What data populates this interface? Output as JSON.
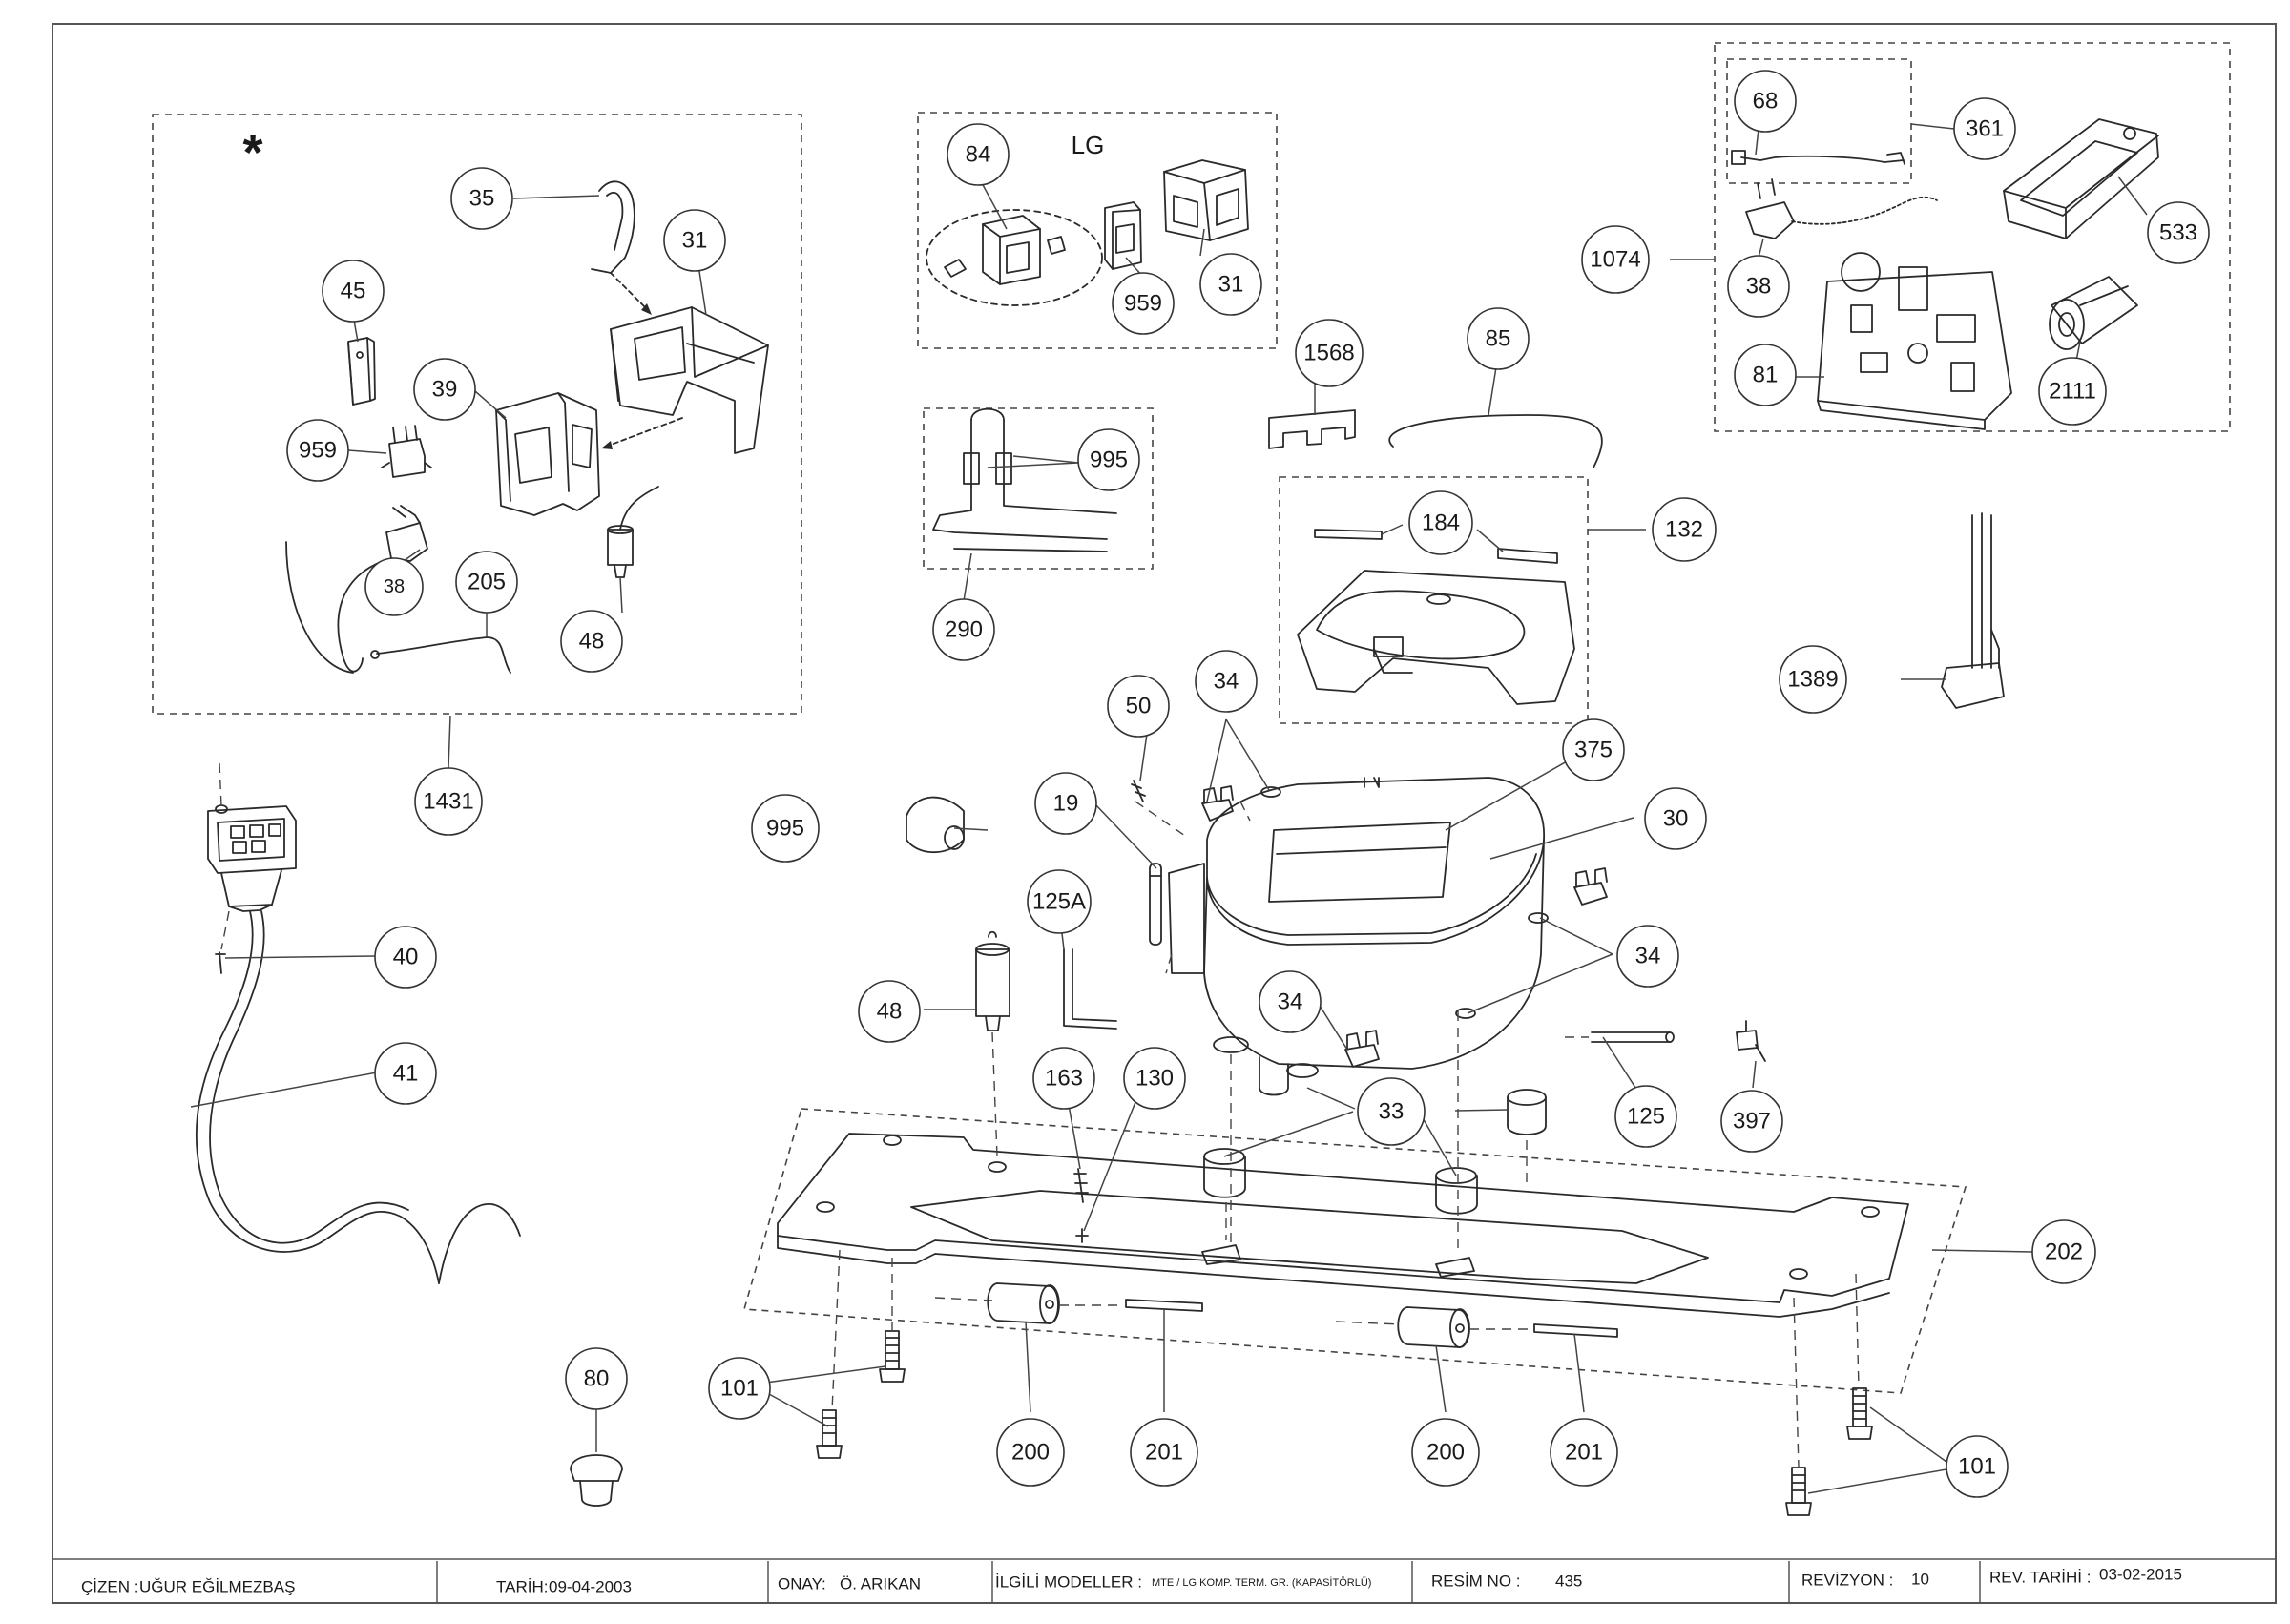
{
  "notes": {
    "star": "*",
    "lg": "LG"
  },
  "callouts": [
    {
      "id": "c35",
      "label": "35"
    },
    {
      "id": "c31a",
      "label": "31"
    },
    {
      "id": "c45",
      "label": "45"
    },
    {
      "id": "c39",
      "label": "39"
    },
    {
      "id": "c959a",
      "label": "959"
    },
    {
      "id": "c38a",
      "label": "38"
    },
    {
      "id": "c205",
      "label": "205"
    },
    {
      "id": "c48a",
      "label": "48"
    },
    {
      "id": "c1431",
      "label": "1431"
    },
    {
      "id": "c84",
      "label": "84"
    },
    {
      "id": "c959b",
      "label": "959"
    },
    {
      "id": "c31b",
      "label": "31"
    },
    {
      "id": "c995a",
      "label": "995"
    },
    {
      "id": "c290",
      "label": "290"
    },
    {
      "id": "c1568",
      "label": "1568"
    },
    {
      "id": "c85",
      "label": "85"
    },
    {
      "id": "c184",
      "label": "184"
    },
    {
      "id": "c132",
      "label": "132"
    },
    {
      "id": "c68",
      "label": "68"
    },
    {
      "id": "c361",
      "label": "361"
    },
    {
      "id": "c1074",
      "label": "1074"
    },
    {
      "id": "c38b",
      "label": "38"
    },
    {
      "id": "c533",
      "label": "533"
    },
    {
      "id": "c81",
      "label": "81"
    },
    {
      "id": "c2111",
      "label": "2111"
    },
    {
      "id": "c1389",
      "label": "1389"
    },
    {
      "id": "c50",
      "label": "50"
    },
    {
      "id": "c34a",
      "label": "34"
    },
    {
      "id": "c375",
      "label": "375"
    },
    {
      "id": "c995b",
      "label": "995"
    },
    {
      "id": "c19",
      "label": "19"
    },
    {
      "id": "c30",
      "label": "30"
    },
    {
      "id": "c125A",
      "label": "125A"
    },
    {
      "id": "c34b",
      "label": "34"
    },
    {
      "id": "c40",
      "label": "40"
    },
    {
      "id": "c48b",
      "label": "48"
    },
    {
      "id": "c34c",
      "label": "34"
    },
    {
      "id": "c41",
      "label": "41"
    },
    {
      "id": "c163",
      "label": "163"
    },
    {
      "id": "c130",
      "label": "130"
    },
    {
      "id": "c33",
      "label": "33"
    },
    {
      "id": "c125",
      "label": "125"
    },
    {
      "id": "c397",
      "label": "397"
    },
    {
      "id": "c202",
      "label": "202"
    },
    {
      "id": "c80",
      "label": "80"
    },
    {
      "id": "c101a",
      "label": "101"
    },
    {
      "id": "c200a",
      "label": "200"
    },
    {
      "id": "c201a",
      "label": "201"
    },
    {
      "id": "c200b",
      "label": "200"
    },
    {
      "id": "c201b",
      "label": "201"
    },
    {
      "id": "c101b",
      "label": "101"
    }
  ],
  "title_block": {
    "drawn_by_label": "ÇİZEN :",
    "drawn_by": "UĞUR EĞİLMEZBAŞ",
    "date_label": "TARİH:",
    "date": "09-04-2003",
    "approval_label": "ONAY:",
    "approval": "Ö. ARIKAN",
    "models_label": "İLGİLİ MODELLER :",
    "models": "MTE / LG KOMP. TERM. GR. (KAPASİTÖRLÜ)",
    "drawing_no_label": "RESİM NO :",
    "drawing_no": "435",
    "revision_label": "REVİZYON :",
    "revision": "10",
    "rev_date_label": "REV. TARİHİ :",
    "rev_date": "03-02-2015"
  }
}
